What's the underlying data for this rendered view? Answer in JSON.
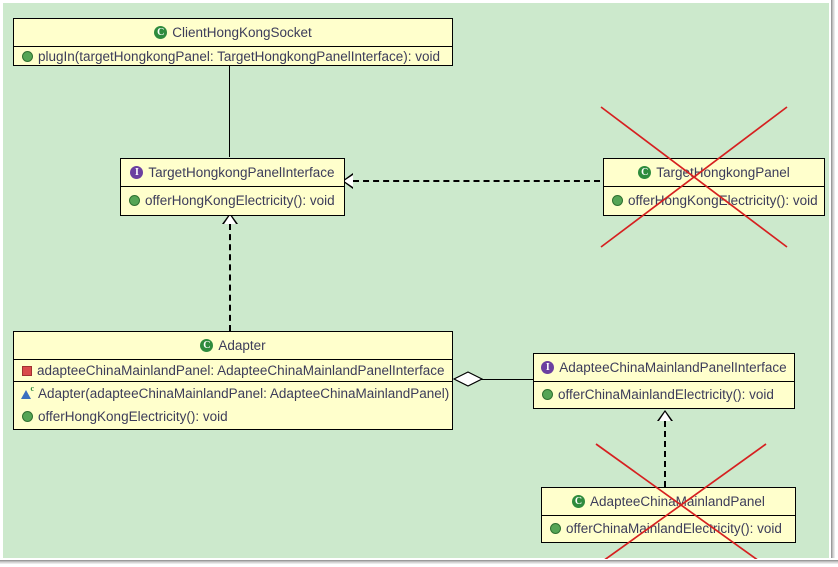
{
  "diagram": {
    "type": "uml-class-diagram",
    "pattern": "Adapter",
    "background_color": "#cce9cc",
    "box_fill_color": "#ffffcc",
    "box_border_color": "#000000",
    "text_color": "#3c3c5a",
    "annotation_color": "#d62020",
    "icon_colors": {
      "class": "#2e8b3d",
      "interface": "#6b3fa0",
      "public_member": "#55a555",
      "private_field": "#d94a4a",
      "constructor": "#3a6fbf"
    }
  },
  "classes": {
    "client": {
      "name": "ClientHongKongSocket",
      "stereotype_icon": "class-icon",
      "members": [
        {
          "icon": "public-method-icon",
          "text": "plugIn(targetHongkongPanel: TargetHongkongPanelInterface): void"
        }
      ]
    },
    "target_interface": {
      "name": "TargetHongkongPanelInterface",
      "stereotype_icon": "interface-icon",
      "members": [
        {
          "icon": "public-method-icon",
          "text": "offerHongKongElectricity(): void"
        }
      ]
    },
    "target_panel": {
      "name": "TargetHongkongPanel",
      "stereotype_icon": "class-icon",
      "members": [
        {
          "icon": "public-method-icon",
          "text": "offerHongKongElectricity(): void"
        }
      ]
    },
    "adapter": {
      "name": "Adapter",
      "stereotype_icon": "class-icon",
      "fields": [
        {
          "icon": "private-field-icon",
          "text": "adapteeChinaMainlandPanel: AdapteeChinaMainlandPanelInterface"
        }
      ],
      "members": [
        {
          "icon": "constructor-icon",
          "text": "Adapter(adapteeChinaMainlandPanel: AdapteeChinaMainlandPanel)"
        },
        {
          "icon": "public-method-icon",
          "text": "offerHongKongElectricity(): void"
        }
      ]
    },
    "adaptee_interface": {
      "name": "AdapteeChinaMainlandPanelInterface",
      "stereotype_icon": "interface-icon",
      "members": [
        {
          "icon": "public-method-icon",
          "text": "offerChinaMainlandElectricity(): void"
        }
      ]
    },
    "adaptee_panel": {
      "name": "AdapteeChinaMainlandPanel",
      "stereotype_icon": "class-icon",
      "members": [
        {
          "icon": "public-method-icon",
          "text": "offerChinaMainlandElectricity(): void"
        }
      ]
    }
  },
  "relationships": [
    {
      "id": "client-to-target-interface",
      "kind": "association",
      "style": "solid-line",
      "from": "ClientHongKongSocket",
      "to": "TargetHongkongPanelInterface",
      "arrowhead": "none"
    },
    {
      "id": "adapter-realizes-target-interface",
      "kind": "realization",
      "style": "dashed-line",
      "from": "Adapter",
      "to": "TargetHongkongPanelInterface",
      "arrowhead": "hollow-triangle"
    },
    {
      "id": "targetpanel-realizes-target-interface",
      "kind": "realization",
      "style": "dashed-line",
      "from": "TargetHongkongPanel",
      "to": "TargetHongkongPanelInterface",
      "arrowhead": "hollow-triangle"
    },
    {
      "id": "adapter-aggregates-adaptee-interface",
      "kind": "aggregation",
      "style": "solid-line",
      "from": "Adapter",
      "to": "AdapteeChinaMainlandPanelInterface",
      "arrowhead": "hollow-diamond"
    },
    {
      "id": "adapteepanel-realizes-adaptee-interface",
      "kind": "realization",
      "style": "dashed-line",
      "from": "AdapteeChinaMainlandPanel",
      "to": "AdapteeChinaMainlandPanelInterface",
      "arrowhead": "hollow-triangle"
    }
  ],
  "annotations": [
    {
      "id": "cross-out-target-panel",
      "shape": "red-x",
      "over": "TargetHongkongPanel"
    },
    {
      "id": "cross-out-adaptee-panel",
      "shape": "red-x",
      "over": "AdapteeChinaMainlandPanel"
    }
  ],
  "icon_glyphs": {
    "class": "C",
    "interface": "I",
    "constructor_superscript": "c"
  }
}
